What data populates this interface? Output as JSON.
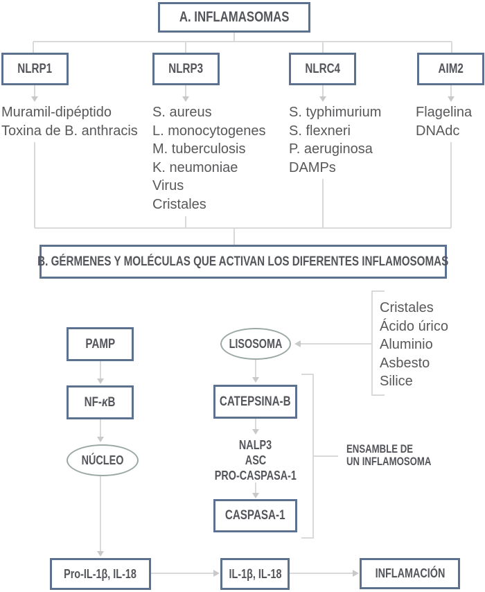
{
  "palette": {
    "box_border": "#5c7090",
    "label": "#53555a",
    "list_text": "#58585b",
    "line": "#d9d9d9",
    "arrow": "#c9c9c9",
    "ellipse_border": "#9aa7a4"
  },
  "section_a": {
    "title": "A. INFLAMASOMAS",
    "columns": [
      {
        "box": "NLRP1",
        "items": [
          "Muramil-dipéptido",
          "Toxina de B. anthracis"
        ]
      },
      {
        "box": "NLRP3",
        "items": [
          "S. aureus",
          "L. monocytogenes",
          "M. tuberculosis",
          "K. neumoniae",
          "Virus",
          "Cristales"
        ]
      },
      {
        "box": "NLRC4",
        "items": [
          "S. typhimurium",
          "S. flexneri",
          "P. aeruginosa",
          "DAMPs"
        ]
      },
      {
        "box": "AIM2",
        "items": [
          "Flagelina",
          "DNAdc"
        ]
      }
    ]
  },
  "section_b": {
    "title": "B. GÉRMENES Y MOLÉCULAS QUE ACTIVAN LOS DIFERENTES INFLAMOSOMAS"
  },
  "pathway": {
    "pamp": "PAMP",
    "nfkb": {
      "prefix": "NF-",
      "kappa": "κ",
      "suffix": "B"
    },
    "nucleo": "NÚCLEO",
    "lisosoma": "LISOSOMA",
    "catepsina": "CATEPSINA-B",
    "complex_lines": [
      "NALP3",
      "ASC",
      "PRO-CASPASA-1"
    ],
    "caspasa": "CASPASA-1",
    "lysosome_triggers": [
      "Cristales",
      "Ácido úrico",
      "Aluminio",
      "Asbesto",
      "Silice"
    ],
    "ensamble": [
      "ENSAMBLE DE",
      "UN INFLAMOSOMA"
    ],
    "pro_il": "Pro-IL-1β, IL-18",
    "il": "IL-1β, IL-18",
    "inflamacion": "INFLAMACIÓN"
  }
}
